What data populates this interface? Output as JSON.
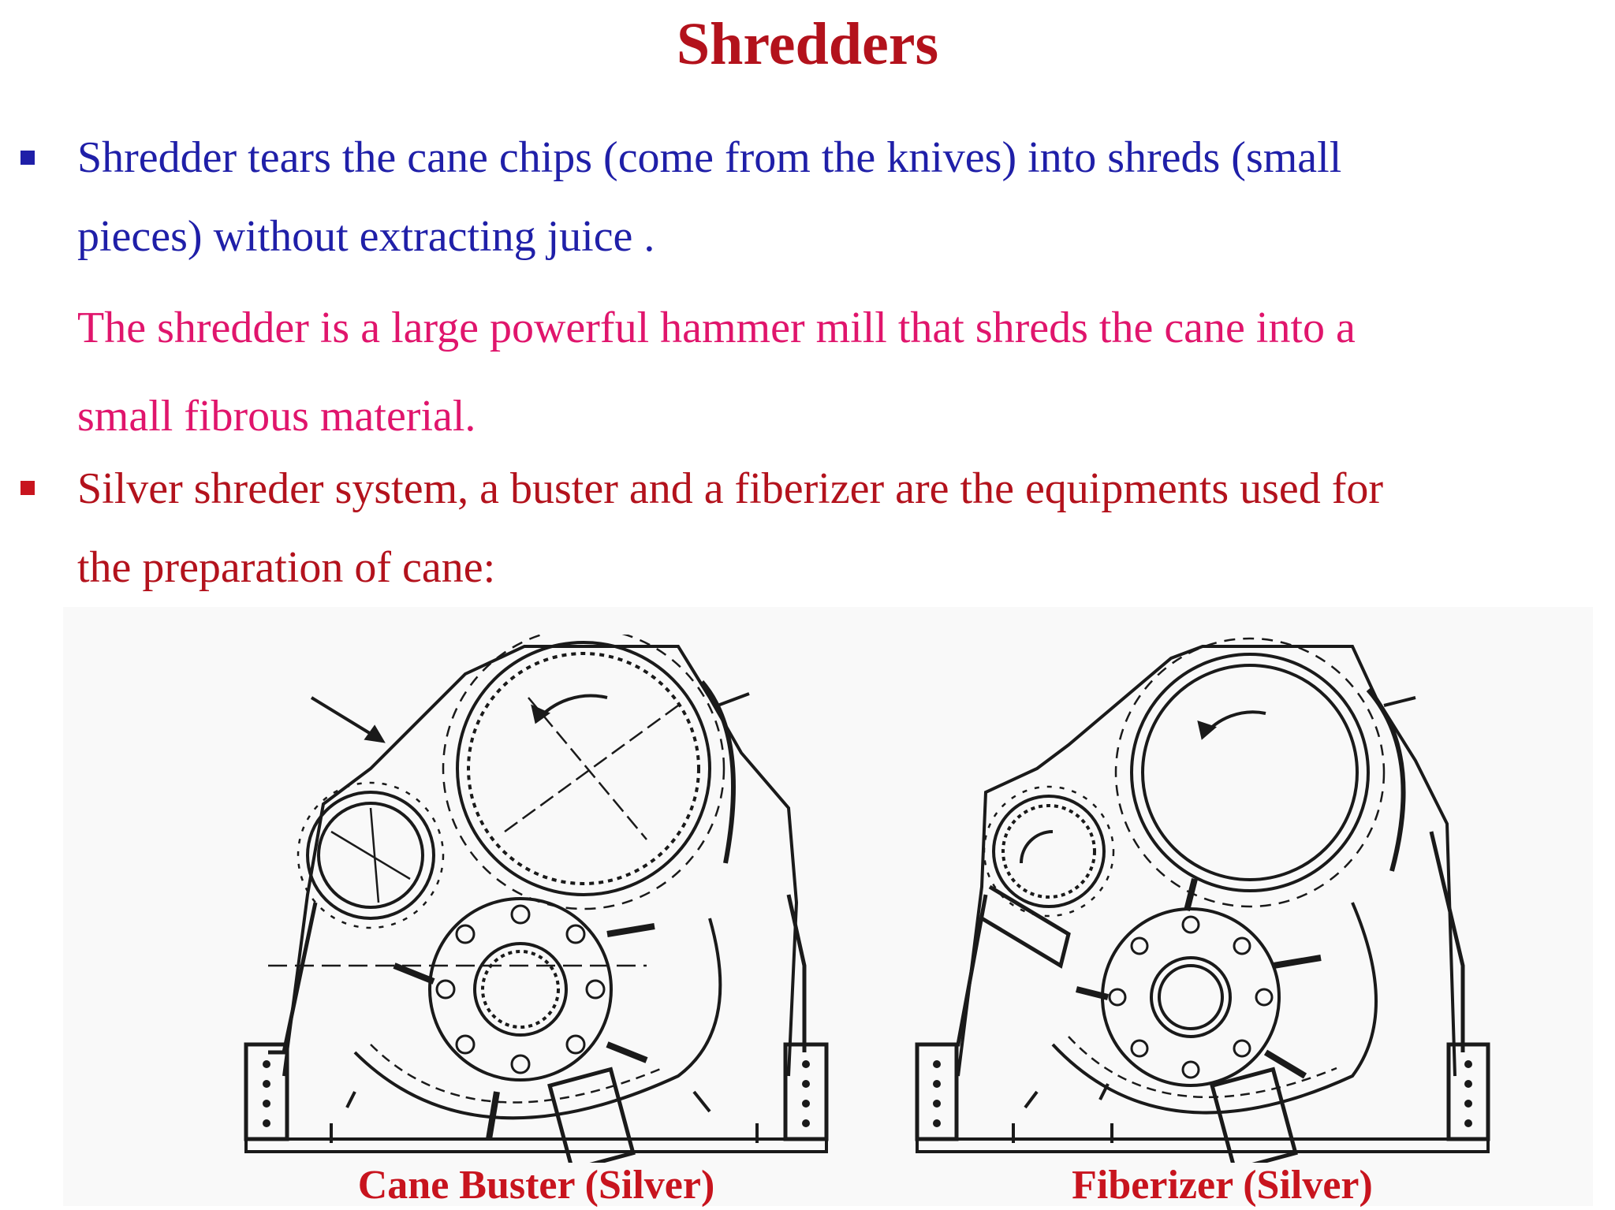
{
  "title": "Shredders",
  "bullets": [
    {
      "lines": [
        "Shredder tears the cane chips (come from the knives) into shreds (small",
        "pieces) without extracting juice ."
      ],
      "color": "#1f1fa8",
      "bullet_color": "#1f1fa8"
    },
    {
      "lines": [
        "The shredder is a large powerful hammer mill that shreds the cane into a",
        "small fibrous material."
      ],
      "color": "#e0156c"
    },
    {
      "lines": [
        "Silver shreder system, a buster and a fiberizer are  the equipments used for",
        "the preparation of cane:"
      ],
      "color": "#b3121c",
      "bullet_color": "#c8141e"
    }
  ],
  "figures": [
    {
      "caption": "Cane Buster (Silver)"
    },
    {
      "caption": "Fiberizer (Silver)"
    }
  ]
}
